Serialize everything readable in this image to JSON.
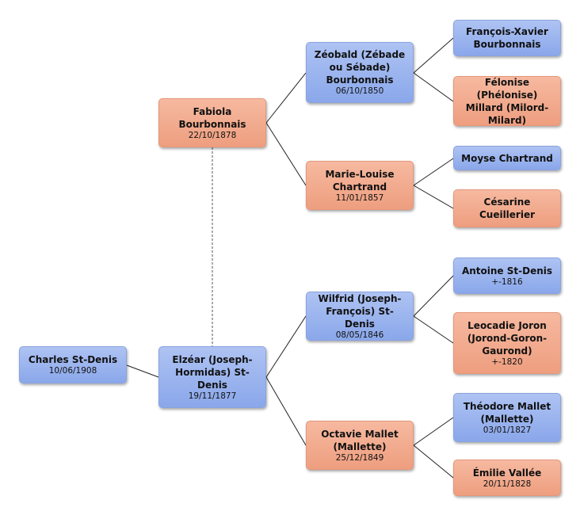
{
  "people": {
    "charles": {
      "name": "Charles St-Denis",
      "date": "10/06/1908"
    },
    "elzear": {
      "name": "Elzéar (Joseph-Hormidas) St-Denis",
      "date": "19/11/1877"
    },
    "fabiola": {
      "name": "Fabiola Bourbonnais",
      "date": "22/10/1878"
    },
    "zeobald": {
      "name": "Zéobald (Zébade ou Sébade) Bourbonnais",
      "date": "06/10/1850"
    },
    "marie_louise": {
      "name": "Marie-Louise Chartrand",
      "date": "11/01/1857"
    },
    "wilfrid": {
      "name": "Wilfrid (Joseph-François) St-Denis",
      "date": "08/05/1846"
    },
    "octavie": {
      "name": "Octavie Mallet (Mallette)",
      "date": "25/12/1849"
    },
    "francois_xavier": {
      "name": "François-Xavier Bourbonnais",
      "date": ""
    },
    "felonise": {
      "name": "Félonise (Phélonise) Millard (Milord-Milard)",
      "date": ""
    },
    "moyse": {
      "name": "Moyse Chartrand",
      "date": ""
    },
    "cesarine": {
      "name": "Césarine Cueillerier",
      "date": ""
    },
    "antoine": {
      "name": "Antoine St-Denis",
      "date": "+-1816"
    },
    "leocadie": {
      "name": "Leocadie Joron (Jorond-Goron-Gaurond)",
      "date": "+-1820"
    },
    "theodore": {
      "name": "Théodore Mallet (Mallette)",
      "date": "03/01/1827"
    },
    "emilie": {
      "name": "Émilie Vallée",
      "date": "20/11/1828"
    }
  },
  "colors": {
    "male": "#9bb5ee",
    "female": "#f2ac8f",
    "line": "#222222"
  }
}
